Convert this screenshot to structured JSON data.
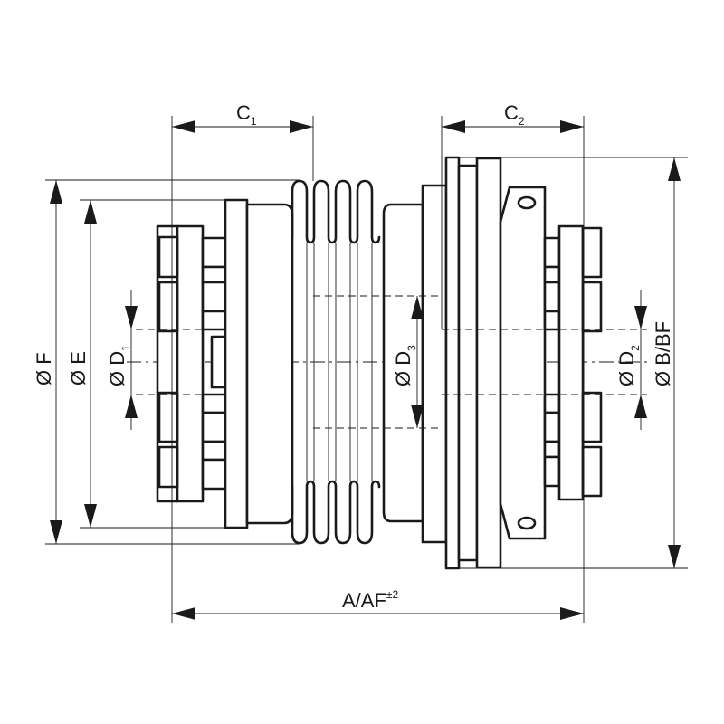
{
  "dimensions": {
    "c1": {
      "main": "C",
      "sub": "1"
    },
    "c2": {
      "main": "C",
      "sub": "2"
    },
    "f": {
      "main": "Ø F"
    },
    "e": {
      "main": "Ø E"
    },
    "d1": {
      "main": "Ø D",
      "sub": "1"
    },
    "d3": {
      "main": "Ø D",
      "sub": "3"
    },
    "d2": {
      "main": "Ø D",
      "sub": "2"
    },
    "b": {
      "main": "Ø B/BF"
    },
    "a": {
      "main": "A/AF",
      "sup": "±2"
    }
  },
  "colors": {
    "line": "#1a1a1a",
    "background": "#ffffff"
  }
}
